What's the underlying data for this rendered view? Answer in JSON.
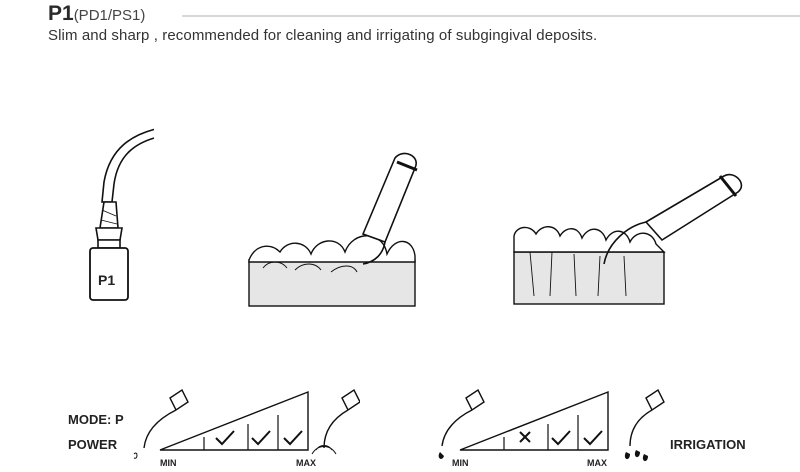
{
  "header": {
    "title": "P1",
    "title_paren": "(PD1/PS1)",
    "subtitle": "Slim and sharp , recommended for cleaning and irrigating of subgingival deposits."
  },
  "tip": {
    "label": "P1"
  },
  "legend": {
    "mode_label": "MODE: P",
    "power_label": "POWER",
    "irrigation_label": "IRRIGATION",
    "min_label": "MIN",
    "max_label": "MAX",
    "power_levels": [
      "empty",
      "check",
      "check",
      "check"
    ],
    "irrigation_levels": [
      "empty",
      "cross",
      "check",
      "check"
    ]
  }
}
